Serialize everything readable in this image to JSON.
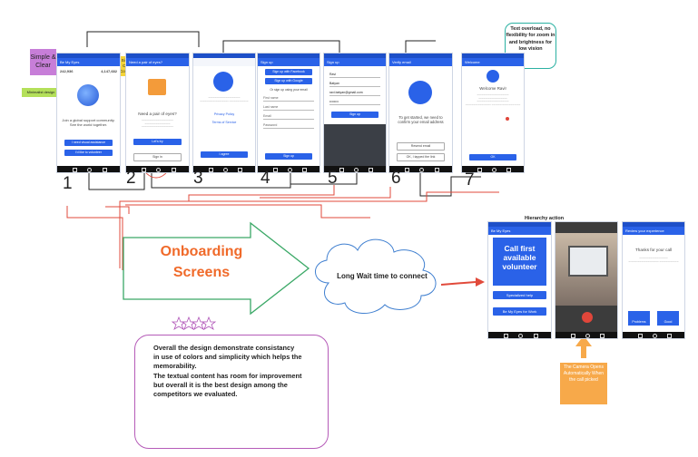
{
  "notes": {
    "simple_clear": "Simple & Clear",
    "minimal_design": "Minimalist design",
    "simple_color_contrast": "Simple Color Contrast",
    "text_overload": "Text overload, no flexibility for zoom in and brightness for low vision",
    "hierarchy_action": "Hierarchy action",
    "camera_opens": "The Camera Opens Automatically When the call picked",
    "onboarding": "Onboarding Screens",
    "long_wait": "Long Wait time to connect",
    "summary": "Overall the design demonstrate consistancy\nin use of colors and simplicity which helps the memorability.\n The textual content has room for improvement\n but overall it is the best design among the competitors we evaluated."
  },
  "step_numbers": [
    "1",
    "2",
    "3",
    "4",
    "5",
    "6",
    "7"
  ],
  "screens": {
    "s1": {
      "appbar": "Be My Eyes",
      "stat_left": "242,936",
      "stat_right": "4,147,682",
      "body": "Join a global support community. See the world together.",
      "btn1": "I need visual assistance",
      "btn2": "I'd like to volunteer"
    },
    "s2": {
      "appbar": "Need a pair of eyes?",
      "title": "Need a pair of eyes?",
      "btn1": "Let's try",
      "btn2": "Sign in"
    },
    "s3": {
      "link1": "Privacy Policy",
      "link2": "Terms of Service",
      "btn": "I agree"
    },
    "s4": {
      "appbar": "Sign up",
      "btn1": "Sign up with Facebook",
      "btn2": "Sign up with Google",
      "or": "Or sign up using your email",
      "f1": "First name",
      "f2": "Last name",
      "f3": "Email",
      "f4": "Password",
      "btn": "Sign up"
    },
    "s5": {
      "appbar": "Sign up",
      "v1": "Ravi",
      "v2": "Batyan",
      "v3": "ravi.batyan@gmail.com",
      "v4": "••••••••",
      "btn": "Sign up"
    },
    "s6": {
      "appbar": "Verify email",
      "body": "To get started, we need to confirm your email address",
      "btn1": "Resend email",
      "btn2": "OK, I tapped the link"
    },
    "s7": {
      "appbar": "Welcome",
      "title": "Welcome Ravi!",
      "btn": "OK"
    },
    "c1": {
      "appbar": "Be My Eyes",
      "big": "Call first available volunteer",
      "btn1": "Specialized help",
      "btn2": "Be My Eyes for Work"
    },
    "c3": {
      "appbar": "Review your experience",
      "thanks": "Thanks for your call",
      "b1": "Problems",
      "b2": "Good"
    }
  },
  "colors": {
    "brand_blue": "#2a62e8",
    "accent_orange": "#f06a2a",
    "red_link": "#e0463a"
  }
}
